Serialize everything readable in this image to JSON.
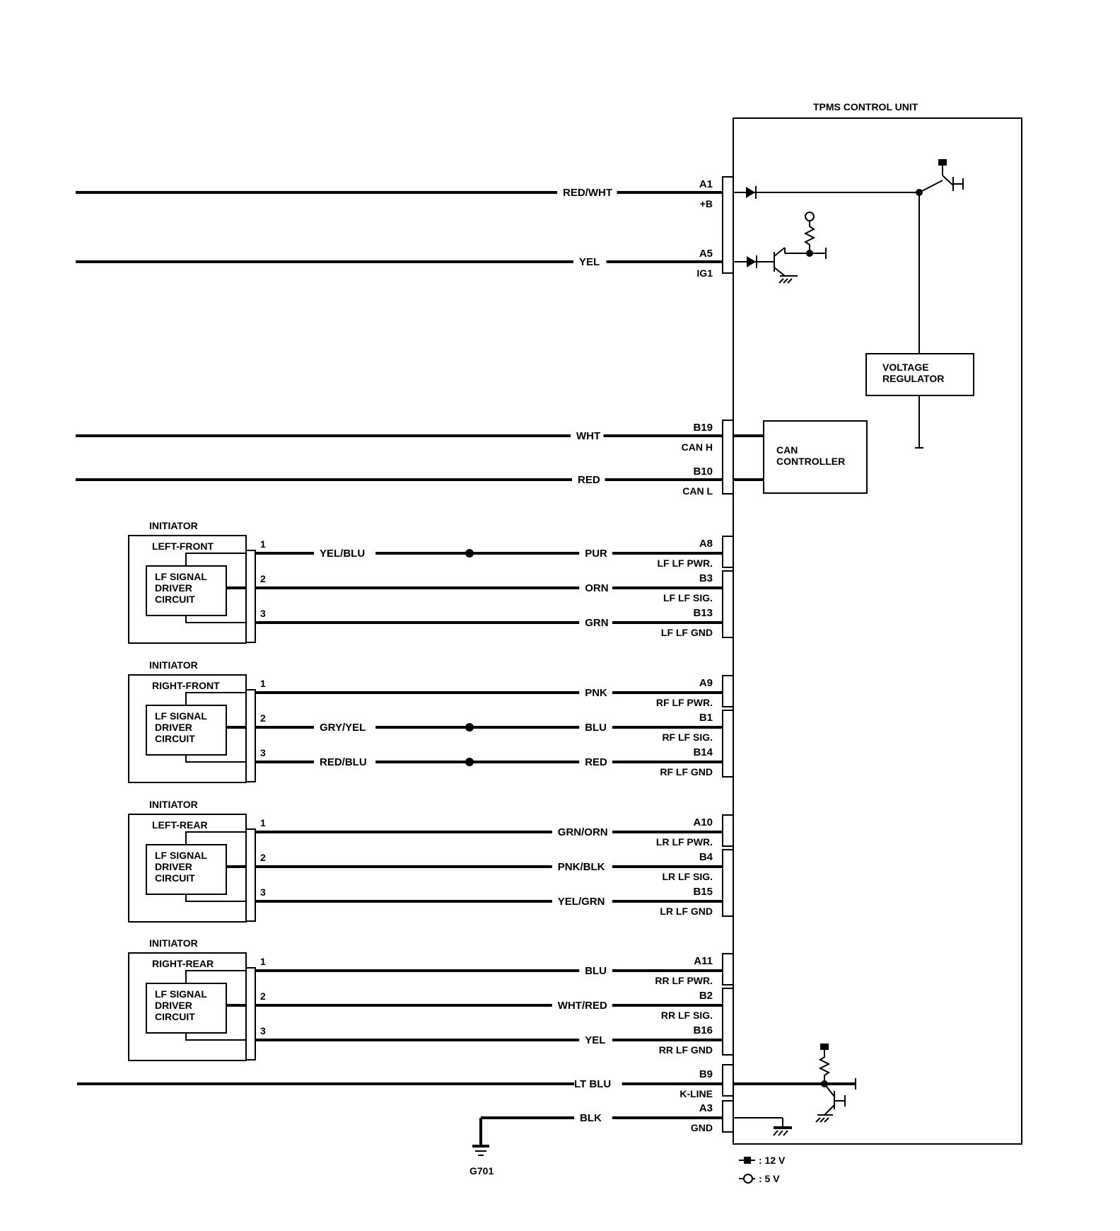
{
  "control_unit": {
    "title": "TPMS CONTROL UNIT",
    "voltage_regulator": "VOLTAGE\nREGULATOR",
    "can_controller": "CAN\nCONTROLLER"
  },
  "top_wires": [
    {
      "color": "RED/WHT",
      "pin": "A1",
      "signal": "+B"
    },
    {
      "color": "YEL",
      "pin": "A5",
      "signal": "IG1"
    },
    {
      "color": "WHT",
      "pin": "B19",
      "signal": "CAN H"
    },
    {
      "color": "RED",
      "pin": "B10",
      "signal": "CAN L"
    }
  ],
  "initiators": [
    {
      "heading": "INITIATOR",
      "position": "LEFT-FRONT",
      "circuit": "LF SIGNAL\nDRIVER\nCIRCUIT",
      "wires": [
        {
          "pin_num": "1",
          "left_color": "YEL/BLU",
          "color": "PUR",
          "pin": "A8",
          "signal": "LF LF PWR.",
          "splice": true
        },
        {
          "pin_num": "2",
          "left_color": "",
          "color": "ORN",
          "pin": "B3",
          "signal": "LF LF SIG.",
          "splice": false
        },
        {
          "pin_num": "3",
          "left_color": "",
          "color": "GRN",
          "pin": "B13",
          "signal": "LF LF GND",
          "splice": false
        }
      ]
    },
    {
      "heading": "INITIATOR",
      "position": "RIGHT-FRONT",
      "circuit": "LF SIGNAL\nDRIVER\nCIRCUIT",
      "wires": [
        {
          "pin_num": "1",
          "left_color": "",
          "color": "PNK",
          "pin": "A9",
          "signal": "RF LF PWR.",
          "splice": false
        },
        {
          "pin_num": "2",
          "left_color": "GRY/YEL",
          "color": "BLU",
          "pin": "B1",
          "signal": "RF LF SIG.",
          "splice": true
        },
        {
          "pin_num": "3",
          "left_color": "RED/BLU",
          "color": "RED",
          "pin": "B14",
          "signal": "RF LF GND",
          "splice": true
        }
      ]
    },
    {
      "heading": "INITIATOR",
      "position": "LEFT-REAR",
      "circuit": "LF SIGNAL\nDRIVER\nCIRCUIT",
      "wires": [
        {
          "pin_num": "1",
          "left_color": "",
          "color": "GRN/ORN",
          "pin": "A10",
          "signal": "LR LF PWR.",
          "splice": false
        },
        {
          "pin_num": "2",
          "left_color": "",
          "color": "PNK/BLK",
          "pin": "B4",
          "signal": "LR LF SIG.",
          "splice": false
        },
        {
          "pin_num": "3",
          "left_color": "",
          "color": "YEL/GRN",
          "pin": "B15",
          "signal": "LR LF GND",
          "splice": false
        }
      ]
    },
    {
      "heading": "INITIATOR",
      "position": "RIGHT-REAR",
      "circuit": "LF SIGNAL\nDRIVER\nCIRCUIT",
      "wires": [
        {
          "pin_num": "1",
          "left_color": "",
          "color": "BLU",
          "pin": "A11",
          "signal": "RR LF PWR.",
          "splice": false
        },
        {
          "pin_num": "2",
          "left_color": "",
          "color": "WHT/RED",
          "pin": "B2",
          "signal": "RR LF SIG.",
          "splice": false
        },
        {
          "pin_num": "3",
          "left_color": "",
          "color": "YEL",
          "pin": "B16",
          "signal": "RR LF GND",
          "splice": false
        }
      ]
    }
  ],
  "bottom_wires": [
    {
      "color": "LT BLU",
      "pin": "B9",
      "signal": "K-LINE"
    },
    {
      "color": "BLK",
      "pin": "A3",
      "signal": "GND"
    }
  ],
  "ground": {
    "label": "G701"
  },
  "legend": [
    {
      "symbol": "filled-square",
      "text": ": 12 V"
    },
    {
      "symbol": "open-circle",
      "text": ": 5 V"
    }
  ]
}
